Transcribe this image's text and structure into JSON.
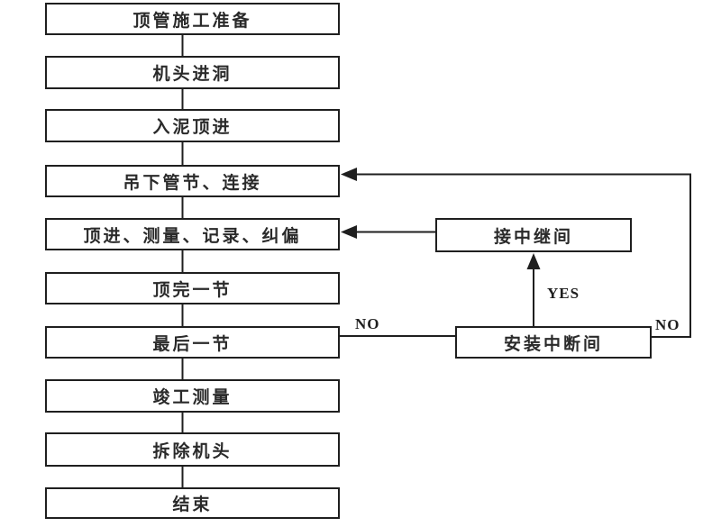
{
  "flowchart": {
    "main_flow": [
      {
        "label": "顶管施工准备"
      },
      {
        "label": "机头进洞"
      },
      {
        "label": "入泥顶进"
      },
      {
        "label": "吊下管节、连接"
      },
      {
        "label": "顶进、测量、记录、纠偏"
      },
      {
        "label": "顶完一节"
      },
      {
        "label": "最后一节"
      },
      {
        "label": "竣工测量"
      },
      {
        "label": "拆除机头"
      },
      {
        "label": "结束"
      }
    ],
    "side_boxes": [
      {
        "label": "接中继间"
      },
      {
        "label": "安装中断间"
      }
    ],
    "edge_labels": {
      "no_from_last_section": "NO",
      "yes_to_relay": "YES",
      "no_loop_back": "NO"
    },
    "colors": {
      "line": "#1f1f1f",
      "box_border": "#1f1f1f",
      "text": "#2a2a2a",
      "background": "#ffffff"
    }
  }
}
